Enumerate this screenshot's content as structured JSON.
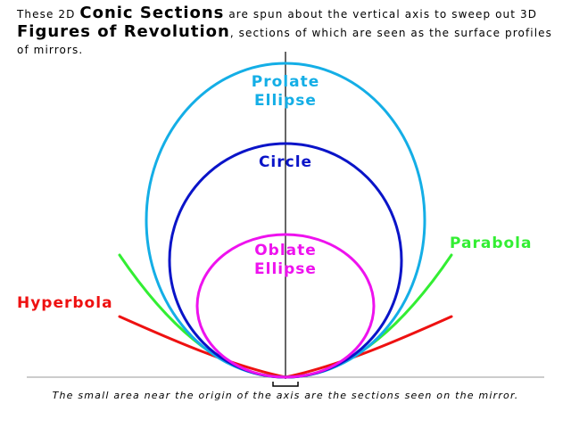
{
  "intro": {
    "p1": "These 2D",
    "b1": "Conic Sections",
    "p2": "are spun about the vertical axis to sweep out 3D",
    "b2": "Figures of Revolution",
    "p3": ", sections of which are seen as the surface profiles of mirrors."
  },
  "labels": {
    "prolate_1": "Prolate",
    "prolate_2": "Ellipse",
    "circle": "Circle",
    "oblate_1": "Oblate",
    "oblate_2": "Ellipse",
    "parabola": "Parabola",
    "hyperbola": "Hyperbola"
  },
  "caption": "The small area near the origin of the axis are the sections seen on the mirror.",
  "colors": {
    "prolate": "#14aee6",
    "circle": "#0a14c8",
    "oblate": "#ee12ee",
    "parabola": "#33ee33",
    "hyperbola": "#ee1111",
    "axis": "#000000",
    "baseline": "#999999"
  }
}
